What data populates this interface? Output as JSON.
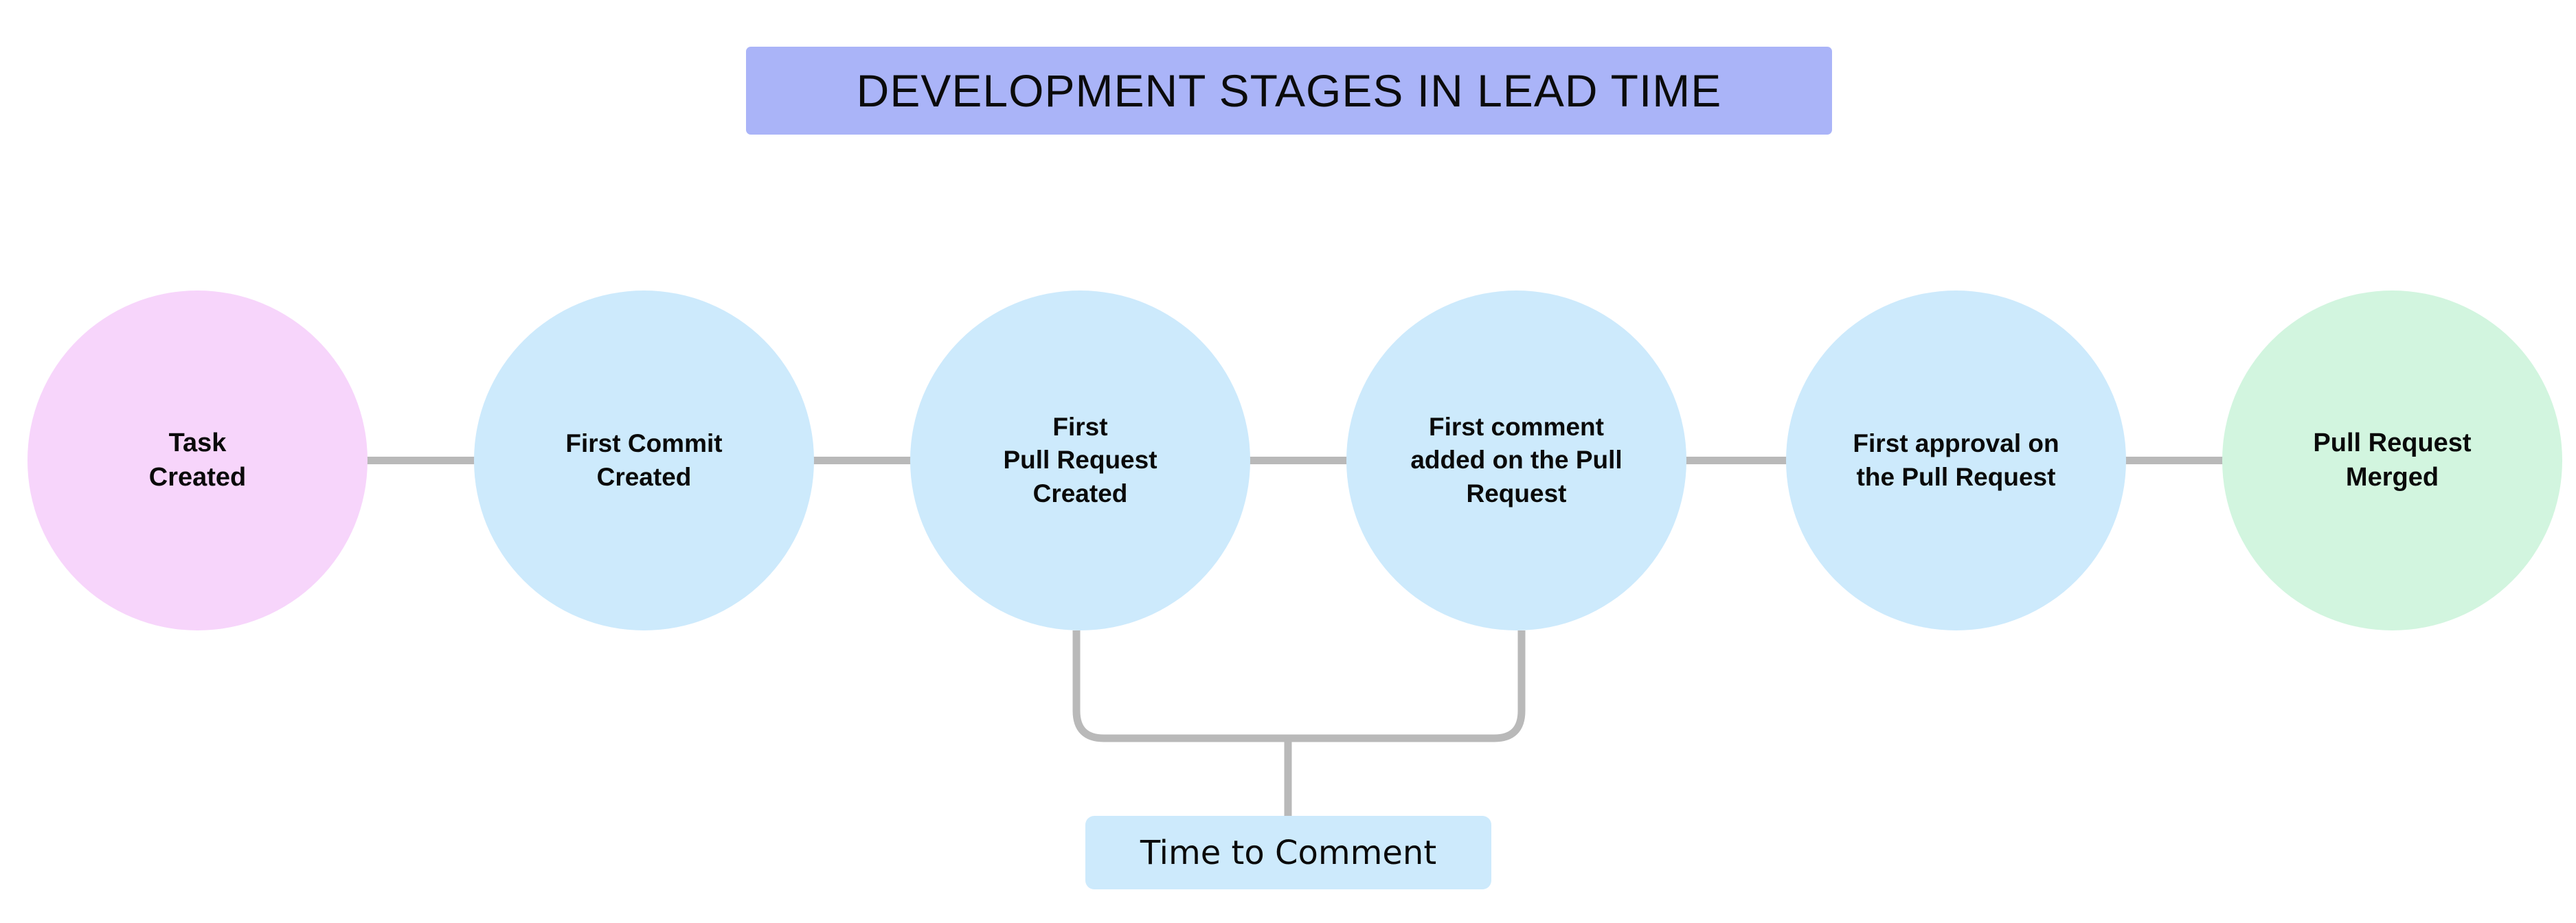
{
  "diagram": {
    "title": "DEVELOPMENT STAGES IN LEAD TIME",
    "title_bg": "#aab4f8",
    "background": "#ffffff",
    "connector_color": "#b9b9b9",
    "stages": [
      {
        "id": "task-created",
        "label": "Task\nCreated",
        "line1": "Task",
        "line2": "Created",
        "line3": "",
        "fill": "#f7d5fb",
        "order": 1
      },
      {
        "id": "first-commit-created",
        "label": "First Commit\nCreated",
        "line1": "First Commit",
        "line2": "Created",
        "line3": "",
        "fill": "#cdeafc",
        "order": 2
      },
      {
        "id": "first-pull-request-created",
        "label": "First\nPull Request\nCreated",
        "line1": "First",
        "line2": "Pull Request",
        "line3": "Created",
        "fill": "#cdeafc",
        "order": 3
      },
      {
        "id": "first-comment-on-pull-request",
        "label": "First comment\nadded on the Pull\nRequest",
        "line1": "First comment",
        "line2": "added on the Pull",
        "line3": "Request",
        "fill": "#cdeafc",
        "order": 4
      },
      {
        "id": "first-approval-on-pull-request",
        "label": "First approval on\nthe Pull Request",
        "line1": "First approval on",
        "line2": "the Pull Request",
        "line3": "",
        "fill": "#cdeafc",
        "order": 5
      },
      {
        "id": "pull-request-merged",
        "label": "Pull Request\nMerged",
        "line1": "Pull Request",
        "line2": "Merged",
        "line3": "",
        "fill": "#d2f5df",
        "order": 6
      }
    ],
    "measurement": {
      "label": "Time to Comment",
      "fill": "#cdeafc",
      "from_stage": "first-pull-request-created",
      "to_stage": "first-comment-on-pull-request"
    }
  }
}
